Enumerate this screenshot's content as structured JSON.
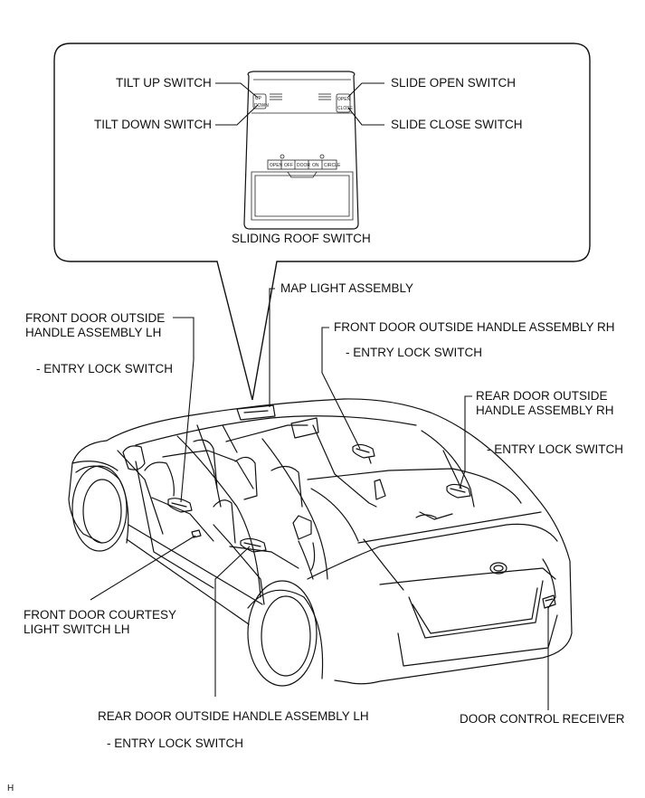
{
  "labels": {
    "tilt_up_switch": "TILT UP SWITCH",
    "tilt_down_switch": "TILT DOWN SWITCH",
    "slide_open_switch": "SLIDE OPEN SWITCH",
    "slide_close_switch": "SLIDE CLOSE SWITCH",
    "sliding_roof_switch": "SLIDING ROOF SWITCH",
    "map_light_assembly": "MAP LIGHT ASSEMBLY",
    "front_door_lh_line1": "FRONT DOOR OUTSIDE",
    "front_door_lh_line2": "HANDLE ASSEMBLY LH",
    "front_door_lh_sub": "- ENTRY LOCK SWITCH",
    "front_door_rh": "FRONT DOOR OUTSIDE HANDLE ASSEMBLY RH",
    "front_door_rh_sub": "- ENTRY LOCK SWITCH",
    "rear_door_rh_line1": "REAR DOOR OUTSIDE",
    "rear_door_rh_line2": "HANDLE ASSEMBLY RH",
    "rear_door_rh_sub": "- ENTRY LOCK SWITCH",
    "courtesy_line1": "FRONT DOOR COURTESY",
    "courtesy_line2": "LIGHT SWITCH LH",
    "rear_door_lh": "REAR DOOR OUTSIDE HANDLE ASSEMBLY LH",
    "rear_door_lh_sub": "- ENTRY LOCK SWITCH",
    "door_control_receiver": "DOOR CONTROL RECEIVER",
    "corner_mark": "H"
  },
  "switch_panel": {
    "tilt_up": "UP",
    "tilt_down": "DOWN",
    "slide_open": "OPEN",
    "slide_close": "CLOSE",
    "button_1": "OPEN",
    "button_2": "OFF",
    "button_3": "DOOR",
    "button_4": "ON",
    "button_5": "CIRCLE"
  }
}
